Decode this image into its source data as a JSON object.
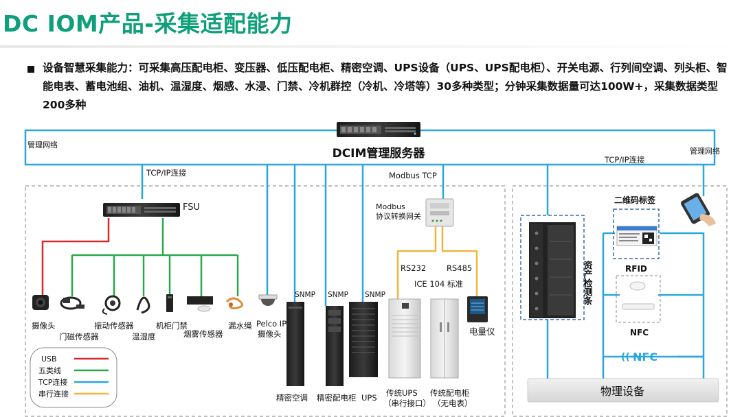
{
  "title": "DC IOM产品-采集适配能力",
  "capability_text": "设备智慧采集能力：可采集高压配电柜、变压器、低压配电柜、精密空调、UPS设备（UPS、UPS配电柜）、开关电源、行列间空调、列头柜、智能电表、蓄电池组、油机、温湿度、烟感、水浸、门禁、冷机群控（冷机、冷塔等）30多种类型；分钟采集数据量可达100W+，采集数据类型200多种",
  "server": {
    "label": "DCIM管理服务器"
  },
  "network": {
    "left_label": "管理网络",
    "right_label": "管理网络"
  },
  "connections": {
    "fsu_tcp": "TCP/IP连接",
    "right_tcp": "TCP/IP连接",
    "modbus_tcp": "Modbus TCP",
    "rs232": "RS232",
    "rs485": "RS485",
    "ice104": "ICE 104 标准",
    "snmp": "SNMP"
  },
  "fsu": {
    "label": "FSU"
  },
  "gateway": {
    "label_line1": "Modbus",
    "label_line2": "协议转换网关"
  },
  "sensors": [
    {
      "label": "摄像头"
    },
    {
      "label": "门磁传感器"
    },
    {
      "label": "振动传感器"
    },
    {
      "label": "温湿度"
    },
    {
      "label": "机柜门禁"
    },
    {
      "label": "烟雾传感器"
    },
    {
      "label": "漏水绳"
    }
  ],
  "pelco": {
    "label_line1": "Pelco IP",
    "label_line2": "摄像头"
  },
  "devices": {
    "precision_ac": "精密空调",
    "precision_cabinet": "精密配电柜",
    "ups": "UPS",
    "trad_ups_line1": "传统UPS",
    "trad_ups_line2": "（串行接口）",
    "trad_cabinet_line1": "传统配电柜",
    "trad_cabinet_line2": "（无电表）",
    "meter": "电量仪"
  },
  "legend": [
    {
      "label": "USB",
      "color": "#d42a2a"
    },
    {
      "label": "五类线",
      "color": "#2aa84a"
    },
    {
      "label": "TCP连接",
      "color": "#29a7dc"
    },
    {
      "label": "串行连接",
      "color": "#f0b63a"
    }
  ],
  "asset": {
    "qr_label": "二维码标签",
    "strip_label": "资产检测条",
    "rfid_label": "RFID",
    "nfc_label": "NFC",
    "nfc_logo": "NFC",
    "physical_label": "物理设备"
  },
  "colors": {
    "title": "#0f9f7a",
    "tcp": "#29a7dc",
    "usb": "#d42a2a",
    "cat5": "#2aa84a",
    "serial": "#f0b63a"
  }
}
